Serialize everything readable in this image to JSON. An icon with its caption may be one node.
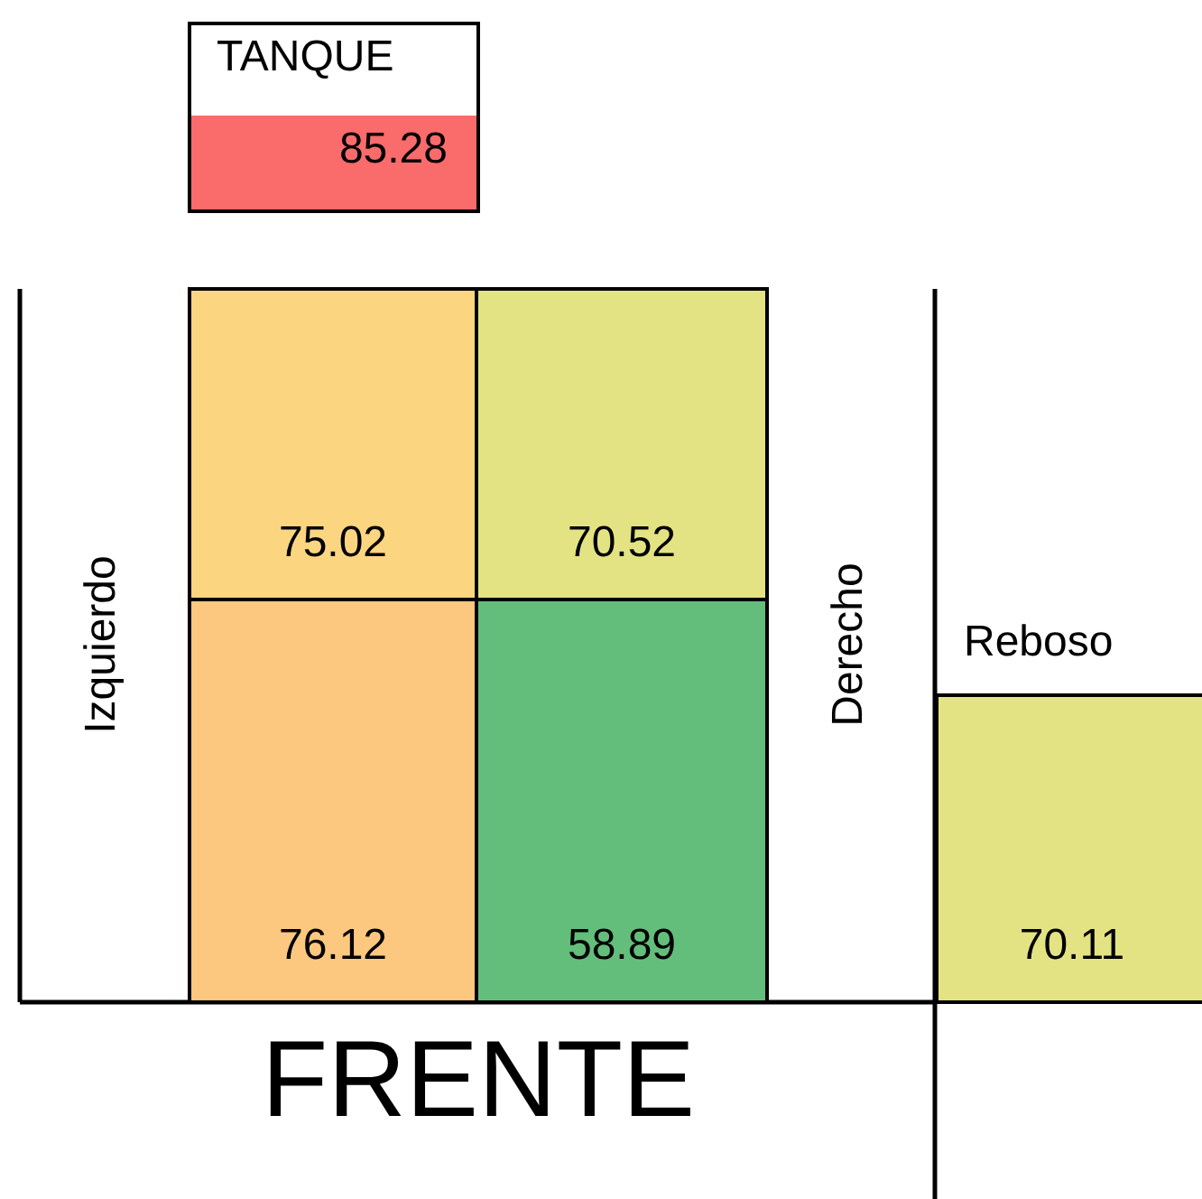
{
  "diagram": {
    "nodes": [
      {
        "text": [
          "TANQUE",
          "85.28"
        ]
      },
      {
        "text": [
          "75.02"
        ]
      },
      {
        "text": [
          "70.52"
        ]
      },
      {
        "text": [
          "76.12"
        ]
      },
      {
        "text": [
          "58.89"
        ]
      },
      {
        "text": [
          "Reboso",
          "70.11"
        ]
      }
    ],
    "labels": [
      "Izquierdo",
      "Derecho",
      "FRENTE"
    ]
  }
}
